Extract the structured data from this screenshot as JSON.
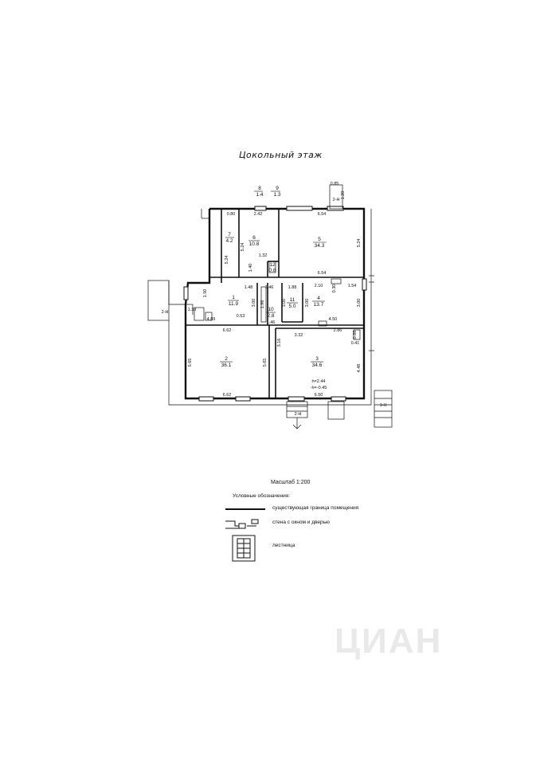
{
  "title": "Цокольный этаж",
  "scale": "Масштаб 1:200",
  "legend": {
    "heading": "Условные обозначения:",
    "items": [
      {
        "label": "существующая граница помещения"
      },
      {
        "label": "стена с окном и дверью"
      },
      {
        "label": "лестница"
      }
    ]
  },
  "watermark": "ЦИАН",
  "rooms": [
    {
      "num": "1",
      "area": "11.9"
    },
    {
      "num": "2",
      "area": "36.1"
    },
    {
      "num": "3",
      "area": "34.6"
    },
    {
      "num": "4",
      "area": "13.7"
    },
    {
      "num": "5",
      "area": "34.3"
    },
    {
      "num": "6",
      "area": "10.8"
    },
    {
      "num": "7",
      "area": "4.2"
    },
    {
      "num": "8",
      "area": "1.4"
    },
    {
      "num": "9",
      "area": "1.3"
    },
    {
      "num": "10",
      "area": "2.8"
    },
    {
      "num": "11",
      "area": "5.0"
    },
    {
      "num": "12",
      "area": "0.8"
    }
  ],
  "dims": [
    "0.85",
    "1.20",
    "2-Н",
    "0.80",
    "2.42",
    "6.54",
    "5.24",
    "5.24",
    "5.24",
    "1.32",
    "1.40",
    "6.54",
    "1.48",
    "1.46",
    "1.88",
    "2.10",
    "1.54",
    "0.30",
    "1.50",
    "3.00",
    "3.00",
    "3.00",
    "3.00",
    "1.96",
    "1.46",
    "2-Н",
    "1.39",
    "4.89",
    "0.53",
    "4.50",
    "6.62",
    "3.32",
    "2.86",
    "0.88",
    "0.41",
    "5.65",
    "5.65",
    "3.16",
    "4.48",
    "h=2.44",
    "-h=-0.45",
    "6.62",
    "6.50",
    "2-Н",
    "1-Н"
  ]
}
